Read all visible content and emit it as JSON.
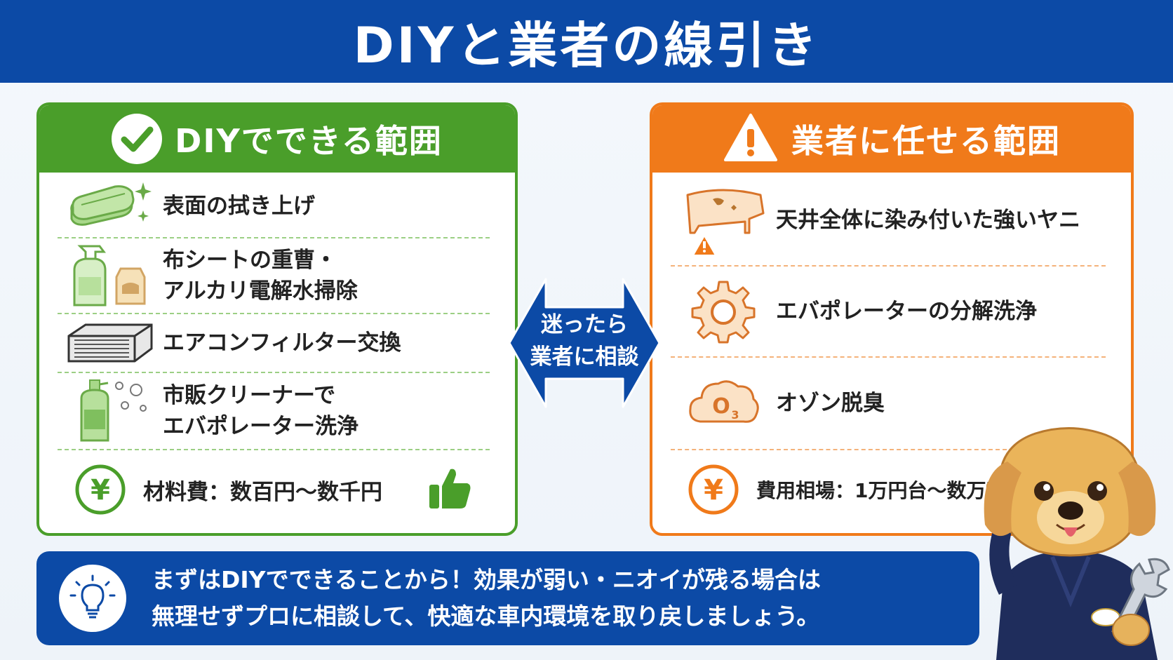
{
  "title": "DIYと業者の線引き",
  "diy": {
    "heading": "DIYでできる範囲",
    "items": [
      {
        "icon": "towel-icon",
        "lines": [
          "表面の拭き上げ"
        ]
      },
      {
        "icon": "spray-bottle-icon",
        "lines": [
          "布シートの重曹・",
          "アルカリ電解水掃除"
        ]
      },
      {
        "icon": "air-filter-icon",
        "lines": [
          "エアコンフィルター交換"
        ]
      },
      {
        "icon": "cleaner-can-icon",
        "lines": [
          "市販クリーナーで",
          "エバポレーター洗浄"
        ]
      }
    ],
    "cost": "材料費：数百円〜数千円"
  },
  "pro": {
    "heading": "業者に任せる範囲",
    "items": [
      {
        "icon": "stained-ceiling-icon",
        "lines": [
          "天井全体に染み付いた強いヤニ"
        ]
      },
      {
        "icon": "gear-icon",
        "lines": [
          "エバポレーターの分解洗浄"
        ]
      },
      {
        "icon": "ozone-cloud-icon",
        "lines": [
          "オゾン脱臭"
        ]
      }
    ],
    "cost": "費用相場：1万円台〜数万円"
  },
  "center": {
    "lines": [
      "迷ったら",
      "業者に相談"
    ]
  },
  "footer": {
    "lines": [
      "まずはDIYでできることから！効果が弱い・ニオイが残る場合は",
      "無理せずプロに相談して、快適な車内環境を取り戻しましょう。"
    ]
  },
  "colors": {
    "blue": "#0c4aa6",
    "green": "#4a9e2a",
    "orange": "#f07a1a"
  }
}
